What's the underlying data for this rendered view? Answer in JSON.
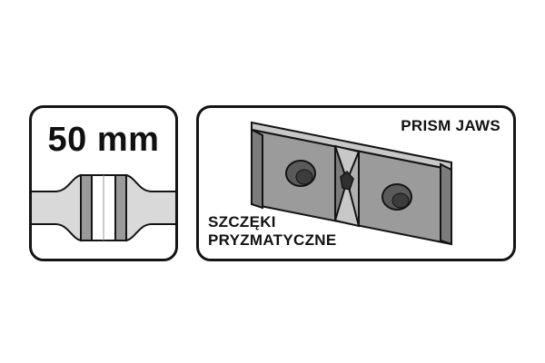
{
  "size_panel": {
    "label": "50 mm"
  },
  "jaws_panel": {
    "label_en": "PRISM JAWS",
    "label_pl_line1": "SZCZĘKI",
    "label_pl_line2": "PRYZMATYCZNE"
  },
  "colors": {
    "outline": "#141414",
    "jaw_face": "#9b9b9b",
    "jaw_top": "#c8c8c8",
    "jaw_front": "#7c7c7c",
    "screw_hole": "#5a5a5a"
  }
}
